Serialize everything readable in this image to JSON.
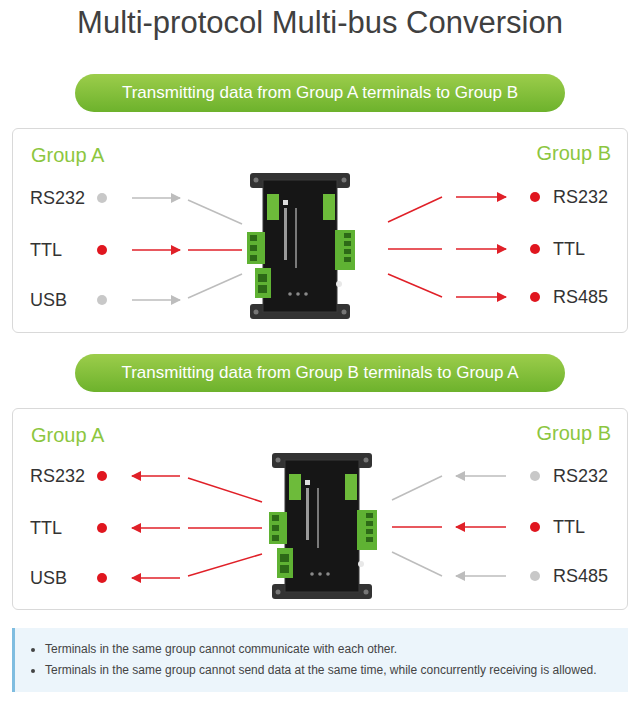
{
  "diagram": {
    "title": "Multi-protocol Multi-bus Conversion",
    "nodes": [
      {
        "text": [
          "Transmitting data from Group A terminals to Group B"
        ]
      },
      {
        "text": [
          "Group A",
          "Group B"
        ]
      },
      {
        "text": [
          "Transmitting data from Group B terminals to Group A"
        ]
      },
      {
        "text": [
          "Group A",
          "Group B"
        ]
      },
      {
        "text": [
          "Terminals in the same group cannot communicate with each other.",
          "Terminals in the same group cannot send data at the same time, while concurrently receiving is allowed."
        ]
      }
    ],
    "labels": [
      "RS232",
      "TTL",
      "USB",
      "RS232",
      "TTL",
      "RS485",
      "RS232",
      "TTL",
      "USB",
      "RS232",
      "TTL",
      "RS485"
    ]
  }
}
